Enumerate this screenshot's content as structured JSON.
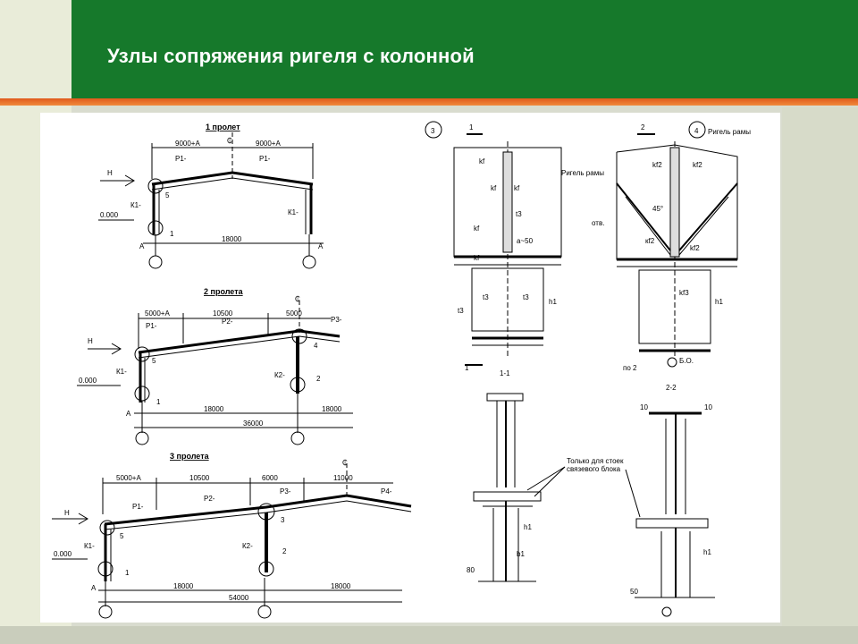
{
  "slide": {
    "title": "Узлы сопряжения ригеля с колонной"
  },
  "frames": [
    {
      "heading": "1 пролет",
      "spans": [
        "9000+А",
        "9000+А"
      ],
      "beams": [
        "Р1-",
        "Р1-"
      ],
      "columns": [
        "К1-",
        "К1-"
      ],
      "level_h": "Н",
      "level_zero": "0.000",
      "nodes": [
        "5",
        "1"
      ],
      "total": "18000",
      "axes": [
        "А",
        "А"
      ],
      "ridge": "₵"
    },
    {
      "heading": "2 пролета",
      "spans": [
        "5000+А",
        "10500",
        "5000"
      ],
      "beams": [
        "Р1-",
        "Р2-",
        "Р3-"
      ],
      "columns": [
        "К1-",
        "К2-"
      ],
      "level_h": "Н",
      "level_zero": "0.000",
      "nodes": [
        "5",
        "1",
        "4",
        "2"
      ],
      "bays": [
        "18000",
        "18000"
      ],
      "total": "36000",
      "axes": [
        "А"
      ],
      "ridge": "₵"
    },
    {
      "heading": "3 пролета",
      "spans": [
        "5000+А",
        "10500",
        "6000",
        "11000"
      ],
      "beams": [
        "Р1-",
        "Р2-",
        "Р3-",
        "Р4-"
      ],
      "columns": [
        "К1-",
        "К2-"
      ],
      "level_h": "Н",
      "level_zero": "0.000",
      "nodes": [
        "5",
        "1",
        "3",
        "2"
      ],
      "bays": [
        "18000",
        "18000"
      ],
      "total": "54000",
      "axes": [
        "А"
      ],
      "ridge": "₵"
    }
  ],
  "details": {
    "node3": {
      "id": "3",
      "section": "1",
      "label_beam": "Ригель рамы",
      "marks": [
        "kf",
        "kf",
        "kf",
        "kf",
        "kf",
        "а~50",
        "t3",
        "t3",
        "h1",
        "t3",
        "t3"
      ],
      "bottom": "1",
      "cut": "1-1"
    },
    "node4": {
      "id": "4",
      "section": "2",
      "label_beam": "Ригель рамы",
      "marks": [
        "kf2",
        "kf2",
        "45°",
        "кf2",
        "kf2",
        "отв.",
        "h1",
        "kf3"
      ],
      "bottom": "по 2",
      "bolt": "Б.О."
    },
    "cut2": {
      "label": "2-2",
      "dims": [
        "10",
        "10"
      ],
      "note_line1": "Только для стоек",
      "note_line2": "связевого блока",
      "marks": [
        "h1",
        "b1",
        "h1",
        "80",
        "50"
      ]
    }
  }
}
